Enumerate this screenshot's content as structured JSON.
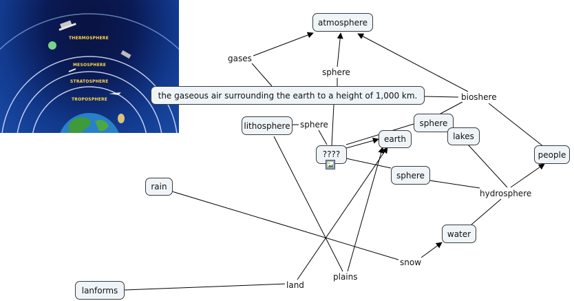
{
  "thumbnail": {
    "layers": [
      "THERMOSPHERE",
      "MESOSPHERE",
      "STRATOSPHERE",
      "TROPOSPHERE"
    ]
  },
  "nodes": {
    "atmosphere": "atmosphere",
    "definition": "the gaseous air surrounding the earth to a height of 1,000 km.",
    "lithosphere": "lithosphere",
    "unknown": "????",
    "earth": "earth",
    "sphere_top": "sphere",
    "lakes": "lakes",
    "people": "people",
    "sphere_mid": "sphere",
    "rain": "rain",
    "water": "water",
    "lanforms": "lanforms"
  },
  "labels": {
    "gases": "gases",
    "sphere_a": "sphere",
    "bioshere": "bioshere",
    "sphere_b": "sphere",
    "hydrosphere": "hydrosphere",
    "snow": "snow",
    "land": "land",
    "plains": "plains"
  }
}
